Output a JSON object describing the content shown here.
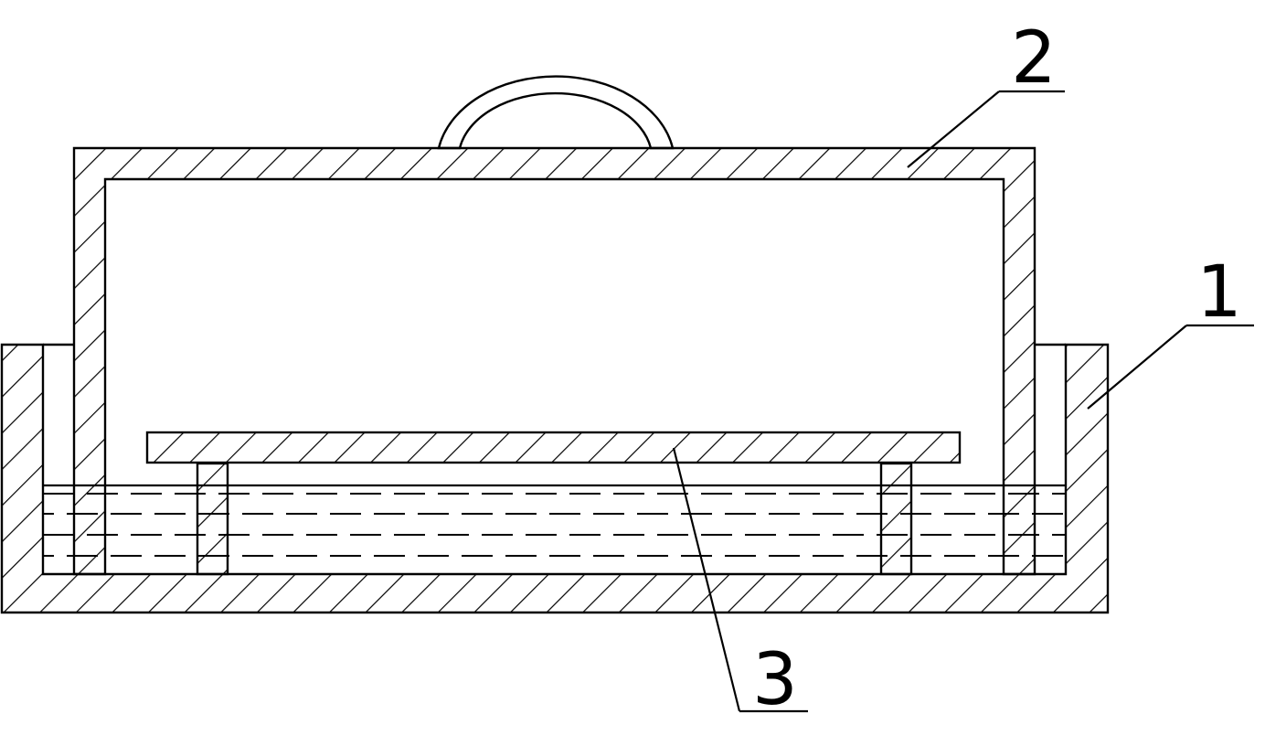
{
  "diagram": {
    "callouts": [
      {
        "id": "container",
        "number": "1"
      },
      {
        "id": "cover",
        "number": "2"
      },
      {
        "id": "plate",
        "number": "3"
      }
    ]
  }
}
